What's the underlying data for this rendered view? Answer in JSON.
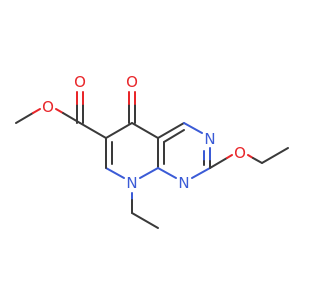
{
  "molecule": {
    "atoms": {
      "o_ester_single": "O",
      "o_ester_double": "O",
      "o_ketone": "O",
      "n_ring_top": "N",
      "n_ring_bottom": "N",
      "n_ring_ethyl": "N",
      "o_ether": "O"
    },
    "colors": {
      "bond": "#3a3a3a",
      "oxygen": "#e8262a",
      "nitrogen": "#3b5bd6",
      "background": "#ffffff"
    }
  }
}
